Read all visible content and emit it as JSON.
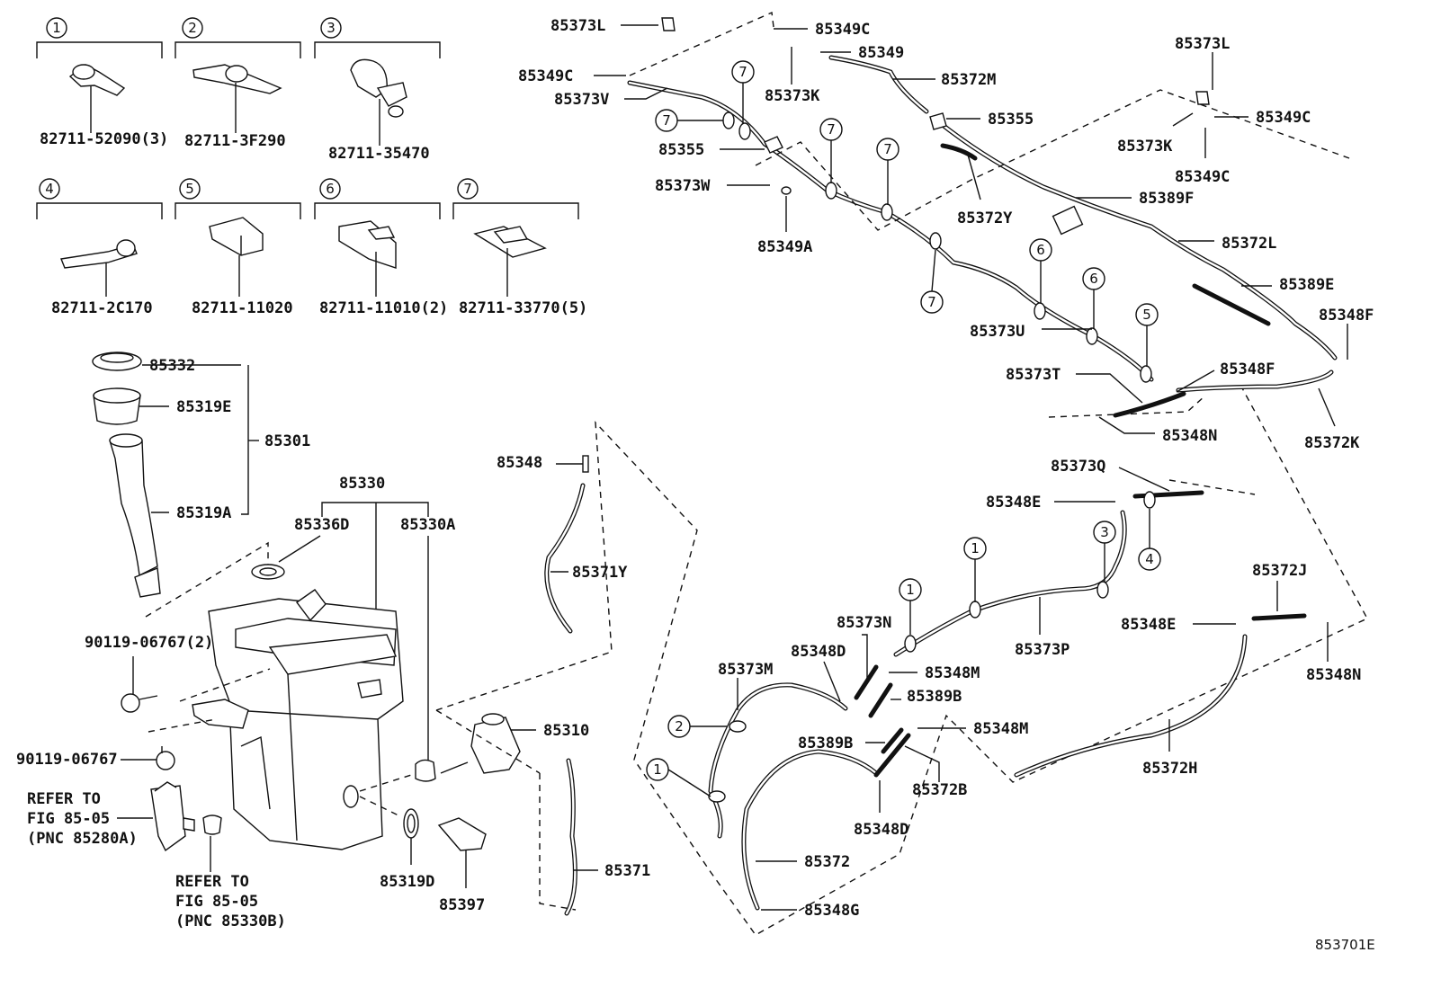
{
  "clip_legend": [
    {
      "num": "1",
      "part": "82711-52090(3)"
    },
    {
      "num": "2",
      "part": "82711-3F290"
    },
    {
      "num": "3",
      "part": "82711-35470"
    },
    {
      "num": "4",
      "part": "82711-2C170"
    },
    {
      "num": "5",
      "part": "82711-11020"
    },
    {
      "num": "6",
      "part": "82711-11010(2)"
    },
    {
      "num": "7",
      "part": "82711-33770(5)"
    }
  ],
  "labels": {
    "p85373L_a": "85373L",
    "p85349C_a": "85349C",
    "p85349": "85349",
    "p85349C_b": "85349C",
    "p85373V": "85373V",
    "p85373K_a": "85373K",
    "p85372M": "85372M",
    "p85355_a": "85355",
    "p85355_b": "85355",
    "p85373L_b": "85373L",
    "p85373K_b": "85373K",
    "p85349C_c": "85349C",
    "p85349C_d": "85349C",
    "p85373W": "85373W",
    "p85349A": "85349A",
    "p85372Y": "85372Y",
    "p85389F": "85389F",
    "p85372L": "85372L",
    "p85389E": "85389E",
    "p85348F_a": "85348F",
    "p85373U": "85373U",
    "p85348F_b": "85348F",
    "p85373T": "85373T",
    "p85348N_a": "85348N",
    "p85372K": "85372K",
    "p85332": "85332",
    "p85319E": "85319E",
    "p85301": "85301",
    "p85319A": "85319A",
    "p85330": "85330",
    "p85336D": "85336D",
    "p85330A": "85330A",
    "p85348": "85348",
    "p85371Y": "85371Y",
    "p85373Q": "85373Q",
    "p85348E_a": "85348E",
    "p85372J": "85372J",
    "p85348E_b": "85348E",
    "p85348N_b": "85348N",
    "p85373N": "85373N",
    "p85373P": "85373P",
    "p85348D_a": "85348D",
    "p85348M_a": "85348M",
    "p85389B_a": "85389B",
    "p85373M": "85373M",
    "p85310": "85310",
    "p85389B_b": "85389B",
    "p85348M_b": "85348M",
    "p85372B": "85372B",
    "p85372H": "85372H",
    "p85348D_b": "85348D",
    "p85372": "85372",
    "p85348G": "85348G",
    "p85371": "85371",
    "p85319D": "85319D",
    "p85397": "85397",
    "p90119a": "90119-06767(2)",
    "p90119b": "90119-06767"
  },
  "callouts": {
    "c_v7a": "7",
    "c_v7b": "7",
    "c_v7c": "7",
    "c_v7d": "7",
    "c_v7e": "7",
    "c_v6a": "6",
    "c_v6b": "6",
    "c_v5": "5",
    "c_v3": "3",
    "c_v4": "4",
    "c_v1a": "1",
    "c_v1b": "1",
    "c_v2": "2",
    "c_v1c": "1"
  },
  "notes": {
    "refer1_l1": "REFER TO",
    "refer1_l2": "FIG 85-05",
    "refer1_l3": "(PNC 85280A)",
    "refer2_l1": "REFER TO",
    "refer2_l2": "FIG 85-05",
    "refer2_l3": "(PNC 85330B)"
  },
  "figure_id": "853701E"
}
